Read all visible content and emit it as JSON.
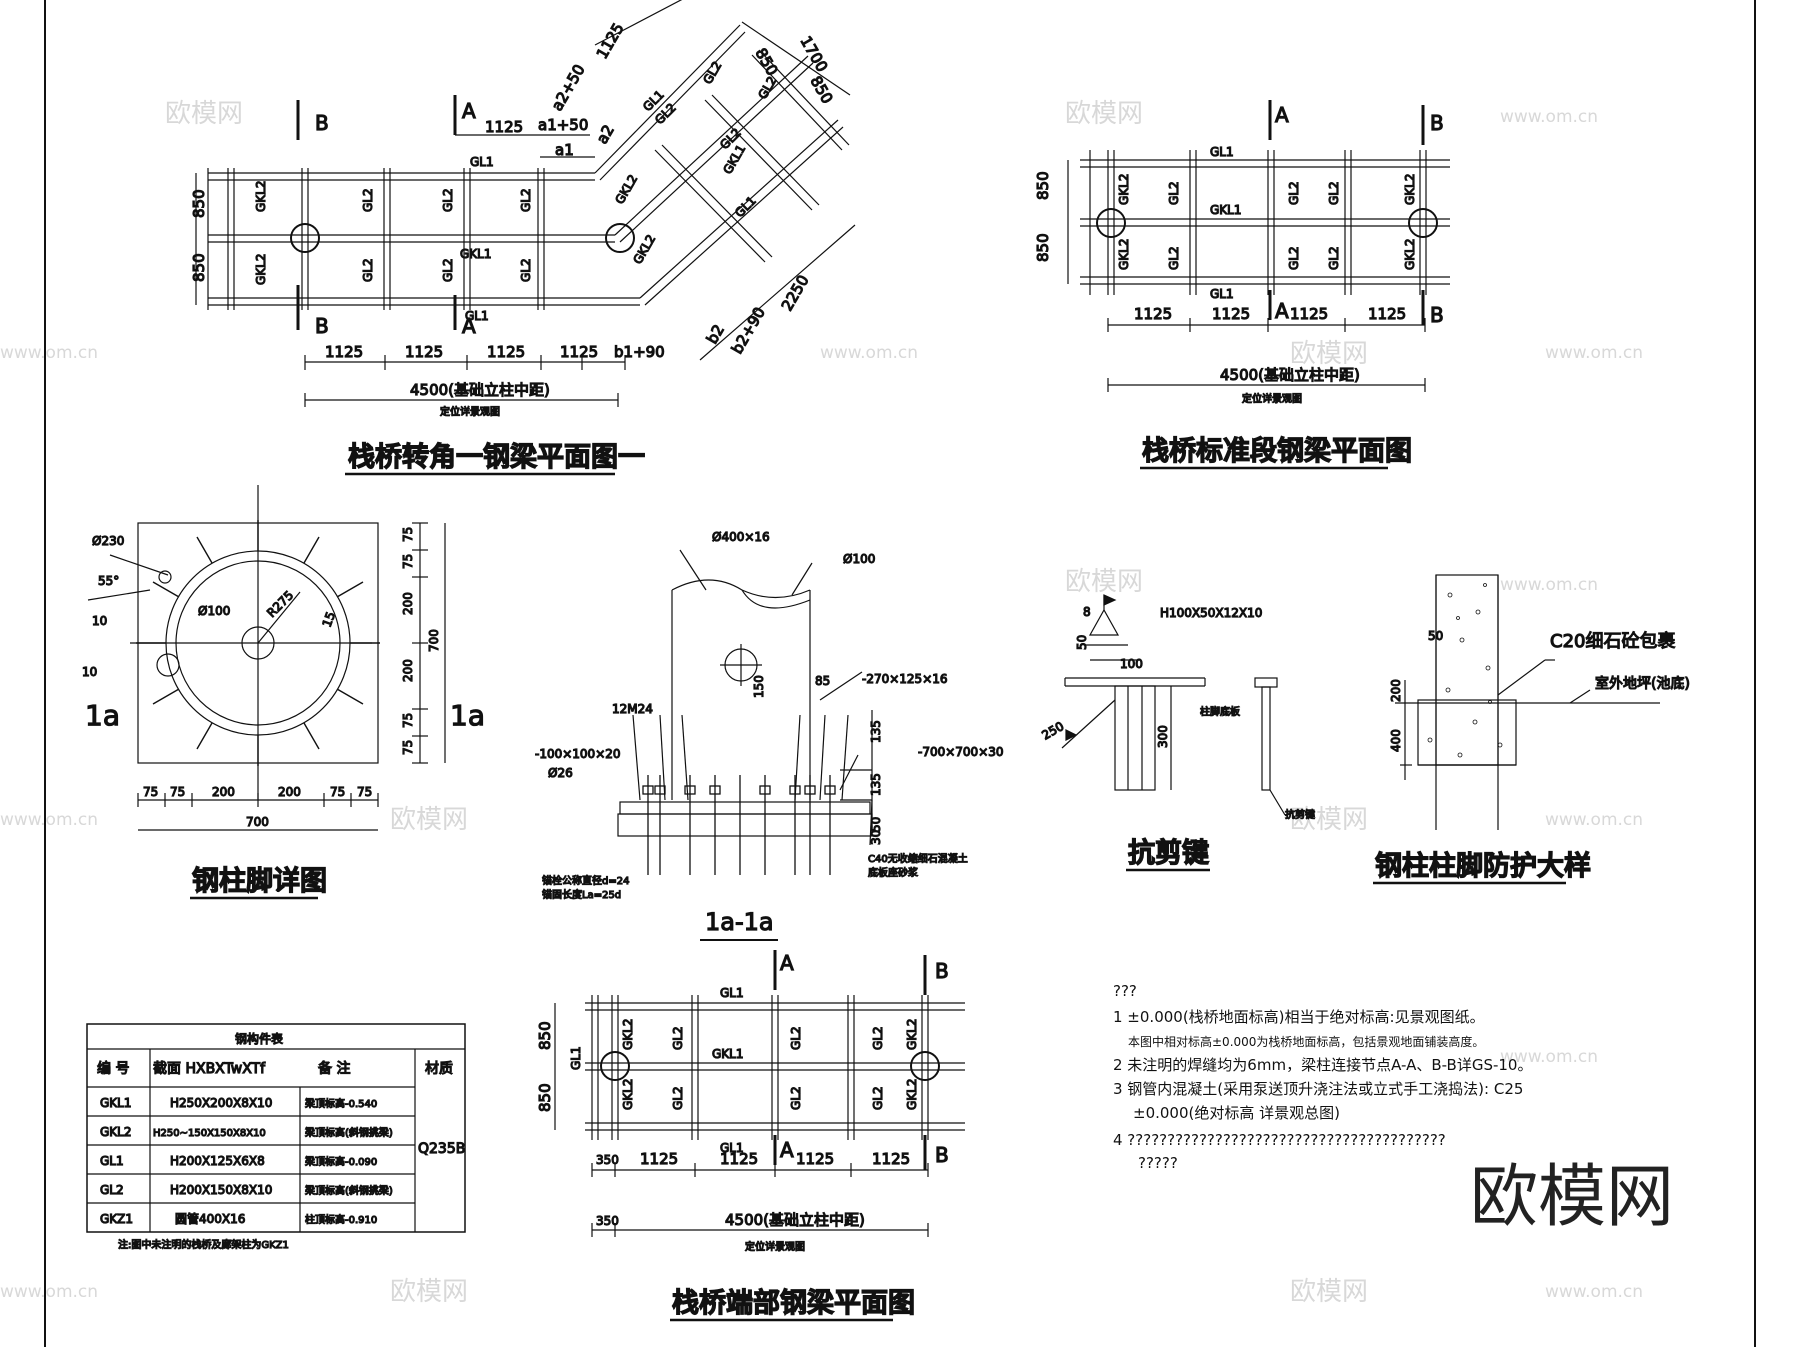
{
  "sheet_note": "???",
  "watermarks": {
    "brand": "欧模网",
    "site": "www.om.cn"
  },
  "plan_corner": {
    "title": "栈桥转角一钢梁平面图一",
    "subtitle": "定位详景观图",
    "total_dim": "4500(基础立柱中距)",
    "spans": [
      "1125",
      "1125",
      "1125",
      "1125",
      "b1+90"
    ],
    "top_dims": [
      "1125",
      "a1+50",
      "a1",
      "a2+50",
      "a2",
      "1125",
      "850",
      "1700",
      "850",
      "2250",
      "b2",
      "b2+90"
    ],
    "side_dims": [
      "850",
      "850"
    ],
    "section_marks": [
      "B",
      "A",
      "B",
      "A"
    ],
    "beams": [
      "GL1",
      "GKL1",
      "GKL2",
      "GKL2",
      "GL2",
      "GL2",
      "GL2",
      "GL2",
      "GL2",
      "GL2",
      "GL1",
      "GL2",
      "GL2",
      "GKL1",
      "GL2",
      "GL2",
      "GKL2",
      "GL1",
      "GKL2",
      "GL1"
    ]
  },
  "plan_standard": {
    "title": "栈桥标准段钢梁平面图",
    "subtitle": "定位详景观图",
    "total_dim": "4500(基础立柱中距)",
    "spans": [
      "1125",
      "1125",
      "1125",
      "1125"
    ],
    "side_dims": [
      "850",
      "850"
    ],
    "section_marks": [
      "A",
      "B",
      "A",
      "B"
    ],
    "beams": [
      "GL1",
      "GKL2",
      "GL2",
      "GKL1",
      "GL2",
      "GL2",
      "GKL2",
      "GKL2",
      "GL2",
      "GL2",
      "GL2",
      "GKL2",
      "GL1"
    ]
  },
  "column_base": {
    "title": "钢柱脚详图",
    "labels": [
      "Ø230",
      "55°",
      "10",
      "10",
      "Ø100",
      "R275",
      "15",
      "1a",
      "1a"
    ],
    "right_dims": [
      "75",
      "75",
      "200",
      "200",
      "75",
      "75",
      "700"
    ],
    "bottom_dims": [
      "75",
      "75",
      "200",
      "200",
      "75",
      "75",
      "700"
    ]
  },
  "section_1a": {
    "title": "1a-1a",
    "labels": [
      "Ø400×16",
      "Ø100",
      "12M24",
      "-100×100×20",
      "Ø26",
      "150",
      "85",
      "-270×125×16",
      "135",
      "-700×700×30",
      "135",
      "50",
      "30",
      "C40无收缩细石混凝土",
      "底板座砂浆",
      "锚栓公称直径d=24",
      "锚固长度La=25d"
    ]
  },
  "shear_key": {
    "title": "抗剪键",
    "labels": [
      "8",
      "H100X50X12X10",
      "50",
      "100",
      "250",
      "300",
      "柱脚底板",
      "抗剪键"
    ]
  },
  "column_protect": {
    "title": "钢柱柱脚防护大样",
    "labels": [
      "50",
      "C20细石砼包裹",
      "室外地坪(池底)",
      "200",
      "400"
    ]
  },
  "plan_end": {
    "title": "栈桥端部钢梁平面图",
    "subtitle": "定位详景观图",
    "total_dim": "4500(基础立柱中距)",
    "spans": [
      "350",
      "1125",
      "1125",
      "1125",
      "1125"
    ],
    "left_dim": "350",
    "side_dims": [
      "850",
      "850"
    ],
    "section_marks": [
      "A",
      "B",
      "A",
      "B"
    ],
    "beams": [
      "GL1",
      "GL1",
      "GKL2",
      "GKL1",
      "GL2",
      "GL2",
      "GL2",
      "GKL2",
      "GKL2",
      "GL2",
      "GL2",
      "GL2",
      "GKL2",
      "GL1"
    ]
  },
  "steel_table": {
    "title": "钢构件表",
    "headers": [
      "编 号",
      "截面 HXBXTwXTf",
      "备 注",
      "材质"
    ],
    "rows": [
      {
        "id": "GKL1",
        "section": "H250X200X8X10",
        "note": "梁顶标高-0.540"
      },
      {
        "id": "GKL2",
        "section": "H250~150X150X8X10",
        "note": "梁顶标高(斜钢挑梁)"
      },
      {
        "id": "GL1",
        "section": "H200X125X6X8",
        "note": "梁顶标高-0.090"
      },
      {
        "id": "GL2",
        "section": "H200X150X8X10",
        "note": "梁顶标高(斜钢挑梁)"
      },
      {
        "id": "GKZ1",
        "section": "圆管400X16",
        "note": "柱顶标高-0.910"
      }
    ],
    "material": "Q235B",
    "footnote": "注:图中未注明的栈桥及廊架柱为GKZ1"
  },
  "notes": [
    "1 ±0.000(栈桥地面标高)相当于绝对标高:见景观图纸。",
    "本图中相对标高±0.000为栈桥地面标高，包括景观地面铺装高度。",
    "2 未注明的焊缝均为6mm，梁柱连接节点A-A、B-B详GS-10。",
    "3 钢管内混凝土(采用泵送顶升浇注法或立式手工浇捣法): C25",
    "±0.000(绝对标高 详景观总图)",
    "4 ????????????????????????????????????????",
    "?????"
  ]
}
